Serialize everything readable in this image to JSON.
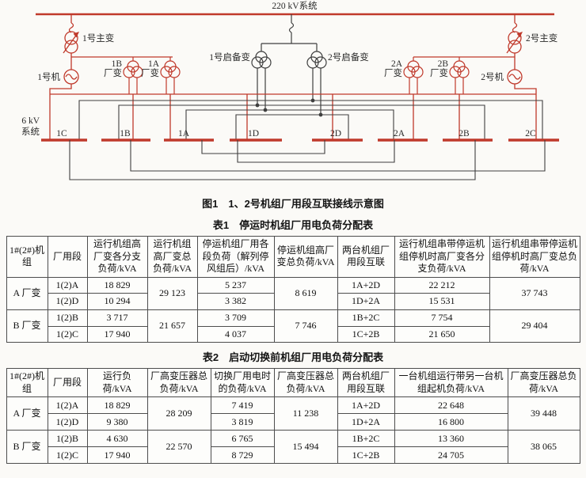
{
  "colors": {
    "line_red": "#c0392b",
    "line_black": "#3f3f3f"
  },
  "diagram": {
    "caption": "图1　1、2号机组厂用段互联接线示意图",
    "bus220": "220 kV系统",
    "bus6_line1": "6 kV",
    "bus6_line2": "系统",
    "main_tx1": "1号主变",
    "main_tx2": "2号主变",
    "gen1": "1号机",
    "gen2": "2号机",
    "startup_tx1": "1号启备变",
    "startup_tx2": "2号启备变",
    "aux_word": "厂变",
    "aux1b": "1B",
    "aux1a": "1A",
    "aux2a": "2A",
    "aux2b": "2B",
    "buses": [
      "1C",
      "1B",
      "1A",
      "1D",
      "2D",
      "2A",
      "2B",
      "2C"
    ]
  },
  "table1": {
    "caption": "表1　停运时机组厂用电负荷分配表",
    "headers": [
      "1#(2#)机组",
      "厂用段",
      "运行机组高厂变各分支负荷/kVA",
      "运行机组高厂变总负荷/kVA",
      "停运机组厂用各段负荷（解列停风组后）/kVA",
      "停运机组高厂变总负荷/kVA",
      "两台机组厂用段互联",
      "运行机组串带停运机组停机时高厂变各分支负荷/kVA",
      "运行机组串带停运机组停机时高厂变总负荷/kVA"
    ],
    "groups": [
      {
        "name": "A 厂变",
        "rows": [
          {
            "seg": "1(2)A",
            "branch_load": "18 829",
            "seg_load": "5 237",
            "pair": "1A+2D",
            "pair_load": "22 212"
          },
          {
            "seg": "1(2)D",
            "branch_load": "10 294",
            "seg_load": "3 382",
            "pair": "1D+2A",
            "pair_load": "15 531"
          }
        ],
        "run_total": "29 123",
        "stop_total": "8 619",
        "serial_total": "37 743"
      },
      {
        "name": "B 厂变",
        "rows": [
          {
            "seg": "1(2)B",
            "branch_load": "3 717",
            "seg_load": "3 709",
            "pair": "1B+2C",
            "pair_load": "7 754"
          },
          {
            "seg": "1(2)C",
            "branch_load": "17 940",
            "seg_load": "4 037",
            "pair": "1C+2B",
            "pair_load": "21 650"
          }
        ],
        "run_total": "21 657",
        "stop_total": "7 746",
        "serial_total": "29 404"
      }
    ]
  },
  "table2": {
    "caption": "表2　启动切换前机组厂用电负荷分配表",
    "headers": [
      "1#(2#)机组",
      "厂用段",
      "运行负荷/kVA",
      "厂高变压器总负荷/kVA",
      "切换厂用电时的负荷/kVA",
      "厂高变压器总负荷/kVA",
      "两台机组厂用段互联",
      "一台机组运行带另一台机组起机负荷/kVA",
      "厂高变压器总负荷/kVA"
    ],
    "groups": [
      {
        "name": "A 厂变",
        "rows": [
          {
            "seg": "1(2)A",
            "run_load": "18 829",
            "switch_load": "7 419",
            "pair": "1A+2D",
            "pair_load": "22 648"
          },
          {
            "seg": "1(2)D",
            "run_load": "9 380",
            "switch_load": "3 819",
            "pair": "1D+2A",
            "pair_load": "16 800"
          }
        ],
        "tx_total": "28 209",
        "switch_total": "11 238",
        "final_total": "39 448"
      },
      {
        "name": "B 厂变",
        "rows": [
          {
            "seg": "1(2)B",
            "run_load": "4 630",
            "switch_load": "6 765",
            "pair": "1B+2C",
            "pair_load": "13 360"
          },
          {
            "seg": "1(2)C",
            "run_load": "17 940",
            "switch_load": "8 729",
            "pair": "1C+2B",
            "pair_load": "24 705"
          }
        ],
        "tx_total": "22 570",
        "switch_total": "15 494",
        "final_total": "38 065"
      }
    ]
  }
}
